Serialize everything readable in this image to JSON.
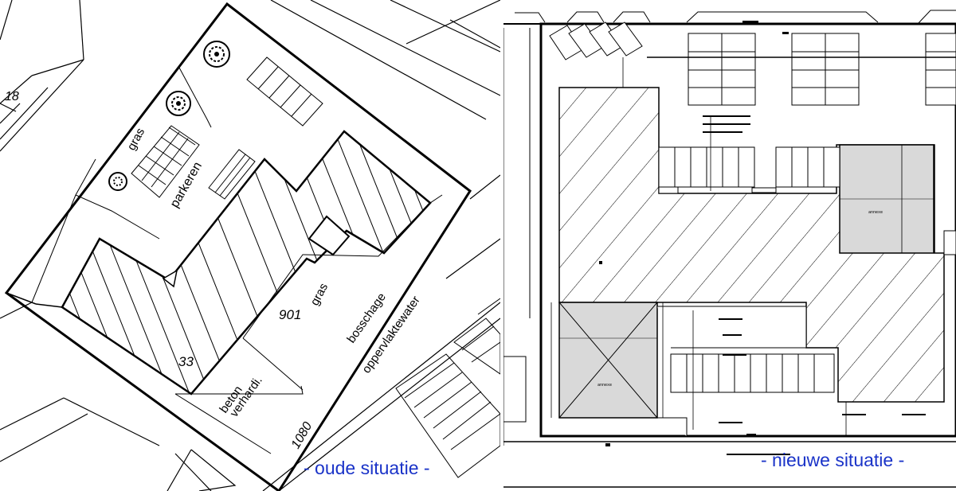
{
  "old_situation": {
    "caption": "- oude situatie -",
    "labels": {
      "plot_18": "18",
      "gras_top": "gras",
      "parkeren": "parkeren",
      "gras_right": "gras",
      "plot_901": "901",
      "bosschage": "bosschage",
      "oppervlaktewater": "oppervlaktewater",
      "plot_33": "33",
      "beton": "beton",
      "verhard": "verhardi.",
      "plot_1080": "1080"
    }
  },
  "new_situation": {
    "caption": "- nieuwe situatie -"
  },
  "colors": {
    "caption": "#1a33c8",
    "line": "#000000",
    "building_fill": "#d9d9d9"
  }
}
